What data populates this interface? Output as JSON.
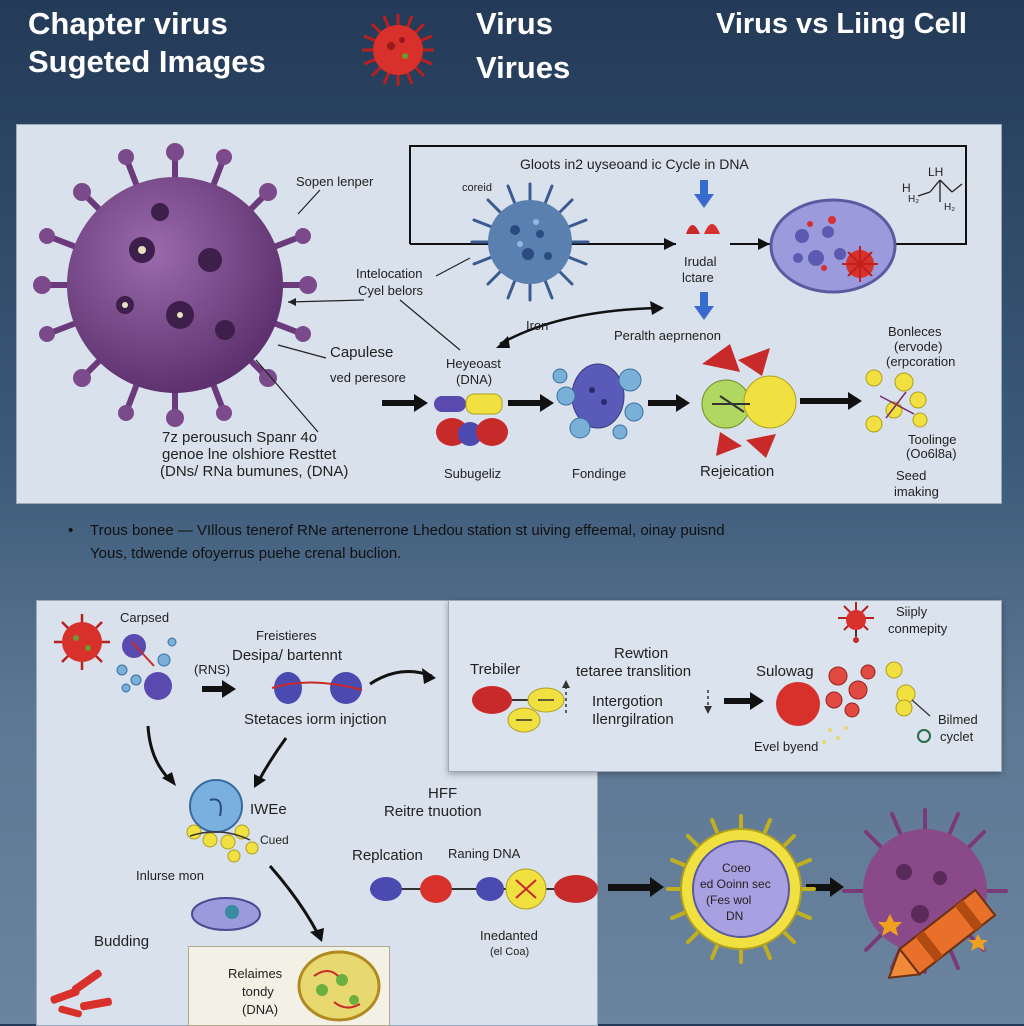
{
  "header": {
    "title_line1": "Chapter virus",
    "title_line2": "Sugeted Images",
    "center_line1": "Virus",
    "center_line2": "Virues",
    "right_title": "Virus vs Liing Cell"
  },
  "top_panel": {
    "labels": {
      "sopen": "Sopen lenper",
      "intelocation": "Intelocation",
      "cyel": "Cyel belors",
      "capulese": "Capulese",
      "ved": "ved peresore",
      "bottom1": "7z perousuch Spanr 4o",
      "bottom2": "genoe lne olshiore Resttet",
      "bottom3": "(DNs/ RNa bumunes, (DNA)",
      "cycle_title": "Gloots in2 uyseoand ic Cycle in DNA",
      "coreid": "coreid",
      "irudal": "Irudal",
      "ictare": "lctare",
      "iron": "Iron",
      "peralth": "Peralth aeprnenon",
      "heyeoast": "Heyeoast",
      "dna_paren": "(DNA)",
      "subugeliz": "Subugeliz",
      "fondinge": "Fondinge",
      "replication": "Rejeication",
      "bonleces": "Bonleces",
      "ervode": "(ervode)",
      "erpcoration": "(erpcoration",
      "toolinge": "Toolinge",
      "code": "(Oo6l8a)",
      "seed": "Seed",
      "imaking": "imaking",
      "chem_lh": "LH",
      "chem_h": "H",
      "chem_hs": "H₂",
      "chem_hb": "H₂"
    }
  },
  "bullet": {
    "line1": "Trous bonee — VIllous tenerof RNe artenerrone Lhedou station st uiving effeemal, oinay puisnd",
    "line2": "Yous, tdwende ofoyerrus puehe crenal buclion."
  },
  "lower_panel": {
    "labels": {
      "capsed": "Carpsed",
      "rns": "(RNS)",
      "freistieres": "Freistieres",
      "desipa": "Desipa/ bartennt",
      "stetaces": "Stetaces iorm injction",
      "iwee": "IWEe",
      "cued": "Cued",
      "inluese": "Inlurse mon",
      "budding": "Budding",
      "relaimes": "Relaimes",
      "tondy": "tondy",
      "dna": "(DNA)",
      "hff": "HFF",
      "reitre": "Reitre tnuotion",
      "replication": "Replcation",
      "raning": "Raning DNA",
      "inedanted": "Inedanted",
      "elcoa": "(el Coa)",
      "cell_inner1": "Coeo",
      "cell_inner2": "ed Ooinn sec",
      "cell_inner3": "(Fes wol",
      "cell_inner4": "DN"
    }
  },
  "right_panel": {
    "labels": {
      "trebiler": "Trebiler",
      "rewtion": "Rewtion",
      "tetaree": "tetaree translition",
      "intergotion": "Intergotion",
      "inergilration": "Ilenrgilration",
      "sulowag": "Sulowag",
      "siply": "Siiply",
      "conmepity": "conmepity",
      "bilmed": "Bilmed",
      "cyclet": "cyclet",
      "evel": "Evel byend"
    }
  },
  "colors": {
    "virus_purple": "#7a4a8a",
    "virus_red": "#d8302a",
    "cell_blue": "#5a6fc0",
    "cell_yellow": "#f0e040",
    "panel_bg": "#d9e1ec",
    "arrow": "#111111"
  }
}
